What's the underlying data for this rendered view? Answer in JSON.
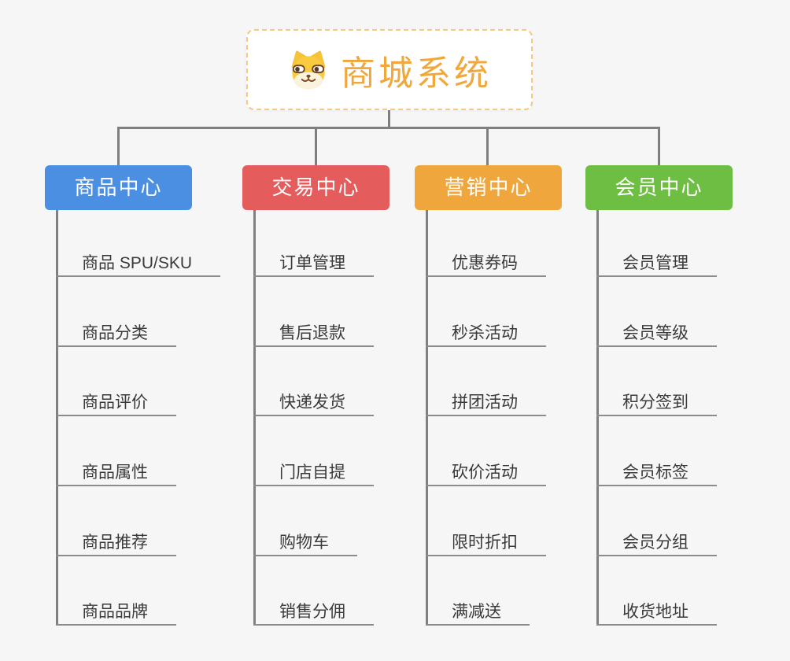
{
  "root": {
    "title": "商城系统",
    "icon": "dog-face-icon"
  },
  "branches": [
    {
      "id": "product-center",
      "label": "商品中心",
      "color": "#4B8FE2",
      "items": [
        "商品 SPU/SKU",
        "商品分类",
        "商品评价",
        "商品属性",
        "商品推荐",
        "商品品牌"
      ]
    },
    {
      "id": "trade-center",
      "label": "交易中心",
      "color": "#E45C5C",
      "items": [
        "订单管理",
        "售后退款",
        "快递发货",
        "门店自提",
        "购物车",
        "销售分佣"
      ]
    },
    {
      "id": "marketing-center",
      "label": "营销中心",
      "color": "#EEA63D",
      "items": [
        "优惠券码",
        "秒杀活动",
        "拼团活动",
        "砍价活动",
        "限时折扣",
        "满减送"
      ]
    },
    {
      "id": "member-center",
      "label": "会员中心",
      "color": "#6FBE44",
      "items": [
        "会员管理",
        "会员等级",
        "积分签到",
        "会员标签",
        "会员分组",
        "收货地址"
      ]
    }
  ],
  "colors": {
    "background": "#F6F6F7",
    "connector": "#7F7F7F",
    "item_underline": "#8C8C8C",
    "item_text": "#3A3A3A",
    "root_text": "#F0A73C",
    "root_border": "#F3C983",
    "root_background": "#FFFFFF"
  }
}
